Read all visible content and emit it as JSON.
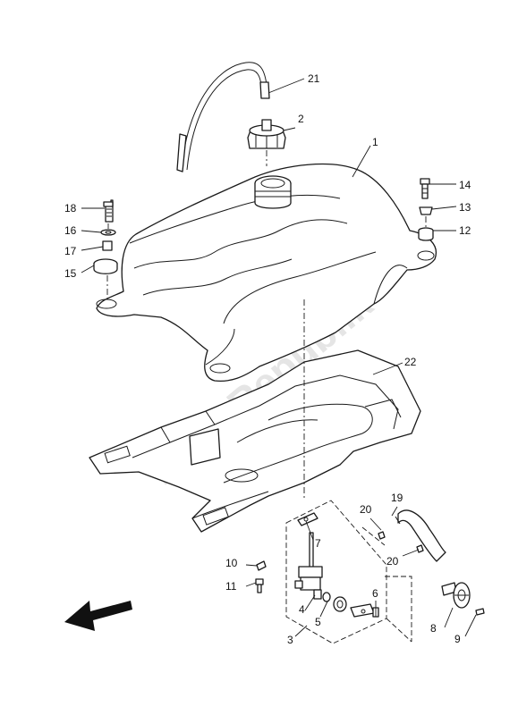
{
  "callouts": {
    "c1": "1",
    "c2": "2",
    "c3": "3",
    "c4": "4",
    "c5": "5",
    "c6": "6",
    "c7": "7",
    "c8": "8",
    "c9": "9",
    "c10": "10",
    "c11": "11",
    "c12": "12",
    "c13": "13",
    "c14": "14",
    "c15": "15",
    "c16": "16",
    "c17": "17",
    "c18": "18",
    "c19": "19",
    "c20a": "20",
    "c20b": "20",
    "c21": "21",
    "c22": "22"
  },
  "watermark": {
    "text": "PartsRepublik",
    "color": "#cfcfcf"
  },
  "icons": {
    "watermark_gear": "gear-icon",
    "direction_arrow": "front-direction-arrow-icon"
  }
}
